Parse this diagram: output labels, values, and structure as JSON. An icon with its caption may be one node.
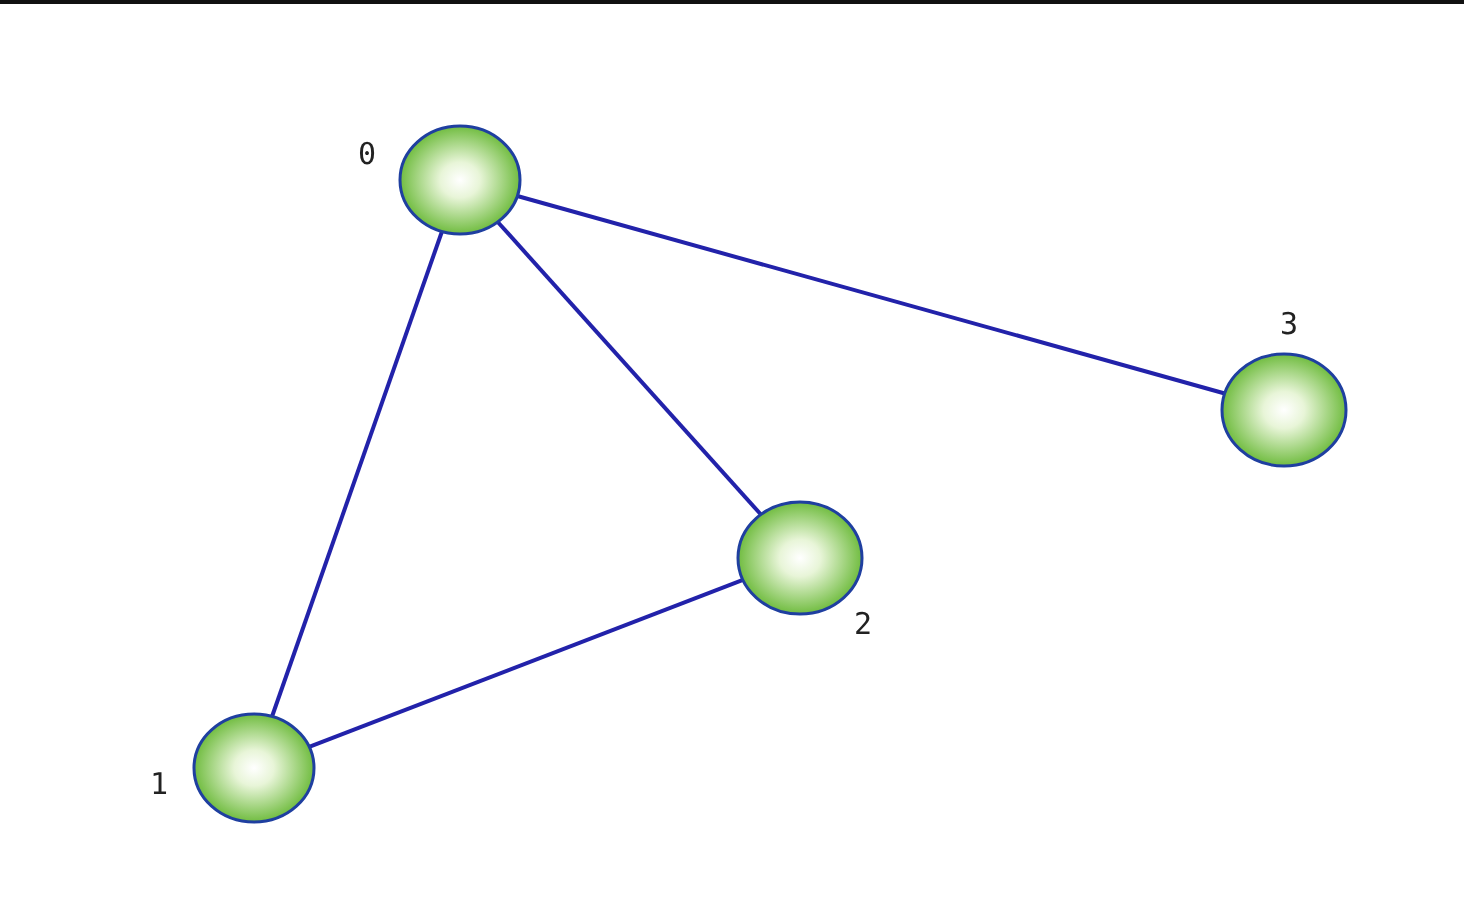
{
  "diagram": {
    "nodes": [
      {
        "text": [],
        "shape": "circle",
        "beside": [
          "0"
        ]
      },
      {
        "text": [],
        "shape": "circle",
        "beside": [
          "1"
        ]
      },
      {
        "text": [],
        "shape": "circle",
        "beside": [
          "2"
        ]
      },
      {
        "text": [],
        "shape": "circle",
        "beside": [
          "3"
        ]
      }
    ],
    "edges": [
      {
        "from": 0,
        "to": 1,
        "arrow": "none"
      },
      {
        "from": 0,
        "to": 2,
        "arrow": "none"
      },
      {
        "from": 0,
        "to": 3,
        "arrow": "none"
      },
      {
        "from": 1,
        "to": 2,
        "arrow": "none"
      }
    ]
  }
}
